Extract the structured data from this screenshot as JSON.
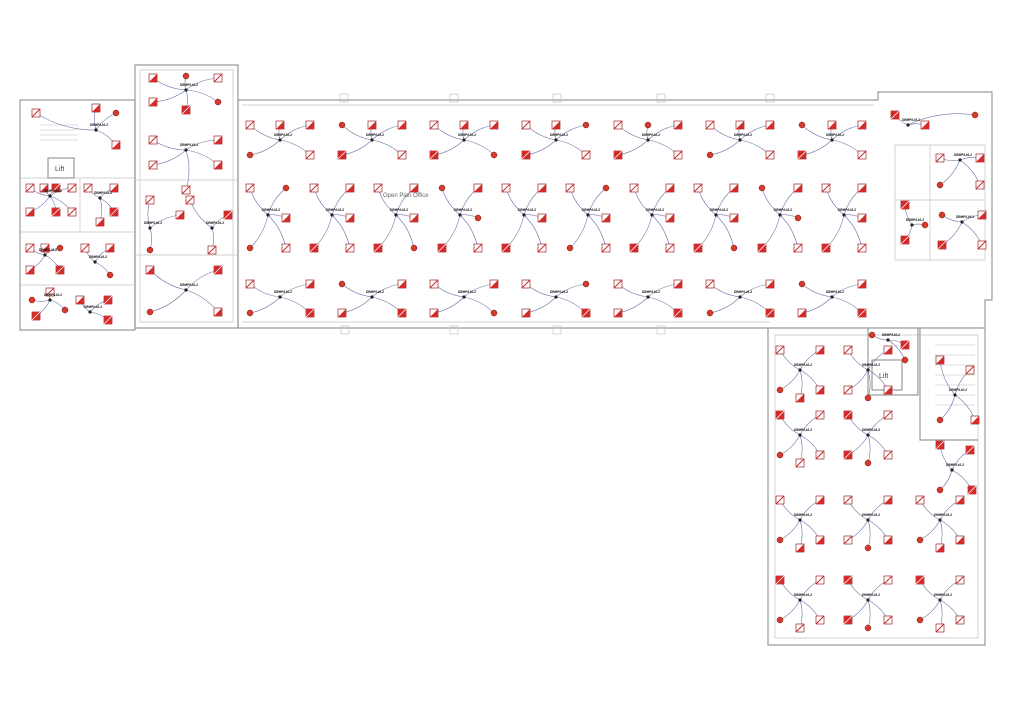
{
  "drawing": {
    "room_labels": {
      "open_plan": "Open Plan Office"
    },
    "lift_labels": [
      "Lift",
      "Lift"
    ],
    "circuit_tag": "DBHP/Lt/L2",
    "colors": {
      "fixture_red": "#d42a2a",
      "wire_blue": "#6a73a8",
      "wall_grey": "#9a9a9a"
    },
    "legend_icons": [
      "luminaire-icon",
      "sensor-icon",
      "junction-hub-icon"
    ]
  }
}
